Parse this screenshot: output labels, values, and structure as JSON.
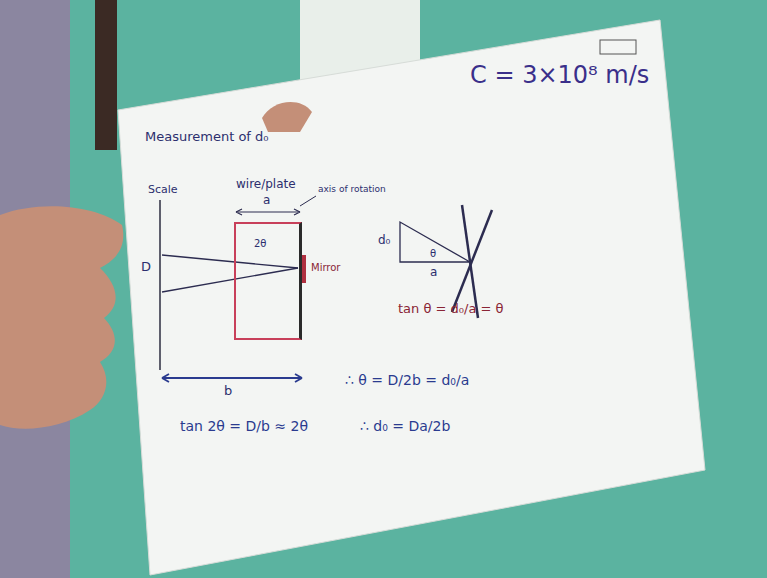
{
  "diagram": {
    "title": "Measurement of d₀",
    "nodes": [
      {
        "text": [
          "wire/plate"
        ]
      }
    ],
    "labels": [
      "C = 3×10⁸ m/s",
      "Scale",
      "a",
      "axis of rotation",
      "Mirror",
      "D",
      "2θ",
      "b",
      "d₀",
      "θ",
      "a",
      "tan θ = d₀/a = θ",
      "∴ θ = D/2b = d₀/a",
      "tan 2θ = D/b ≈ 2θ",
      "∴ d₀ = Da/2b"
    ]
  }
}
